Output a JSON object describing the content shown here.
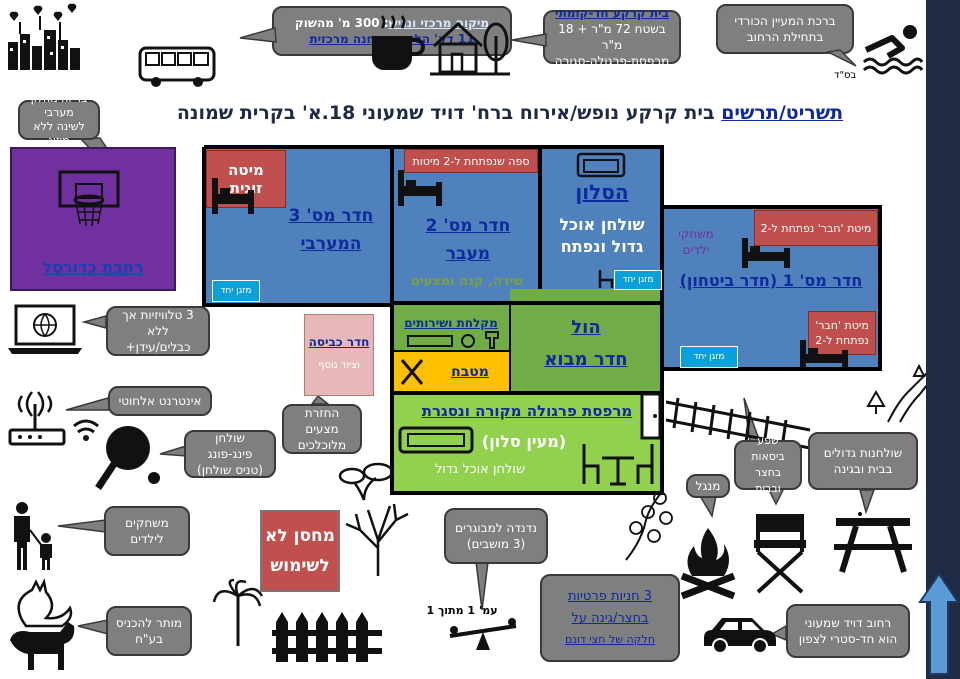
{
  "title": {
    "prefix": "תשריט/תרשים",
    "rest": "בית קרקע נופש/אירוח ברח' דויד שמעוני 18.א' בקרית שמונה"
  },
  "callouts": {
    "location": {
      "line1_a": "מיקום מרכזי ונגיש",
      "line1_b": ": 300 מ' מהשוק",
      "line2": "11 דק' הליכה מתחנה מרכזית"
    },
    "house": {
      "line1": "בית קרקע חד-קומתי",
      "line2": "בשטח 72 מ\"ר + 18 מ\"ר",
      "line3": "מרפסת-פרגולה-סגורה"
    },
    "pool": {
      "line1": "ברכת המעיין הכורדי",
      "line2": "בתחילת הרחוב",
      "small": "בס\"ד"
    },
    "window": {
      "line1": "בריזה מחלון מערבי",
      "line2": "לשינה ללא מיזוג"
    },
    "tv": {
      "line1": "3 טלוויזיות אך",
      "line2": "ללא כבלים/עידן+"
    },
    "internet": {
      "line1": "אינטרנט אלחוטי"
    },
    "pingpong": {
      "line1": "שולחן פינג-פונג",
      "line2": "(טניס שולחן)"
    },
    "kids_games": {
      "line1": "משחקים",
      "line2": "לילדים"
    },
    "pets": {
      "line1": "מותר להכניס",
      "line2": "בע\"ח"
    },
    "chairs_return": {
      "line1": "החזרת מצעים",
      "line2": "מלוכלכים"
    },
    "swing": {
      "line1": "נדנדה למבוגרים",
      "line2": "(3 מושבים)"
    },
    "parking": {
      "line1": "3 חניות פרטיות",
      "line2": "בחצר/גינה על",
      "line3": "חלקה של חצי דונם"
    },
    "bbq": {
      "line1": "מנגל"
    },
    "seating": {
      "line1": "שפע ביסאות",
      "line2": "בחצר ובבית"
    },
    "tables": {
      "line1": "שולחנות גדולים",
      "line2": "בבית ובגינה"
    },
    "street": {
      "line1": "רחוב דויד שמעוני",
      "line2": "הוא חד-סטרי לצפון"
    }
  },
  "rooms": {
    "basketball": "רחבת כדורסל",
    "room3": {
      "line1": "חדר מס' 3",
      "line2": "המערבי",
      "bed1": "מיטה",
      "bed2": "זוגית",
      "ac": "מזגן יחד"
    },
    "room2": {
      "line1": "חדר מס' 2",
      "line2": "מעבר",
      "sofa": "ספה שנפתחת ל-2 מיטות",
      "extra": "שידה, קנה ומצעים"
    },
    "salon": {
      "line1": "הסלון",
      "line2": "שולחן אוכל",
      "line3": "גדול ונפתח",
      "ac": "מזגן יחד"
    },
    "room1": {
      "line1": "חדר מס' 1 (חדר ביטחון)",
      "kids": "משחקי",
      "kids2": "ילדים",
      "bed_top": "מיטת 'חבר' נפתחת ל-2",
      "bed_bottom1": "מיטת 'חבר'",
      "bed_bottom2": "נפתחת ל-2",
      "ac": "מזגן יחד"
    },
    "bath": "מקלחת ושירותים",
    "kitchen": "מטבח",
    "hall": {
      "line1": "הול",
      "line2": "חדר מבוא"
    },
    "porch": {
      "line1": "מרפסת פרגולה מקורה ונסגרת",
      "line2": "(מעין סלון)",
      "line3": "שולחן אוכל גדול"
    },
    "laundry": {
      "line1": "חדר כביסה",
      "line2": "וציוד נוסף"
    },
    "storage": {
      "line1": "מחסן לא",
      "line2": "לשימוש"
    }
  },
  "swing_label": "עמ' 1 מתוך 1",
  "colors": {
    "blue": "#4f81bd",
    "purple": "#7030a0",
    "green": "#70ad47",
    "bright_green": "#92d050",
    "yellow": "#ffc000",
    "red": "#c0504d",
    "pink": "#e6b8b7",
    "gray": "#7f7f7f",
    "navy": "#1f2a44"
  }
}
